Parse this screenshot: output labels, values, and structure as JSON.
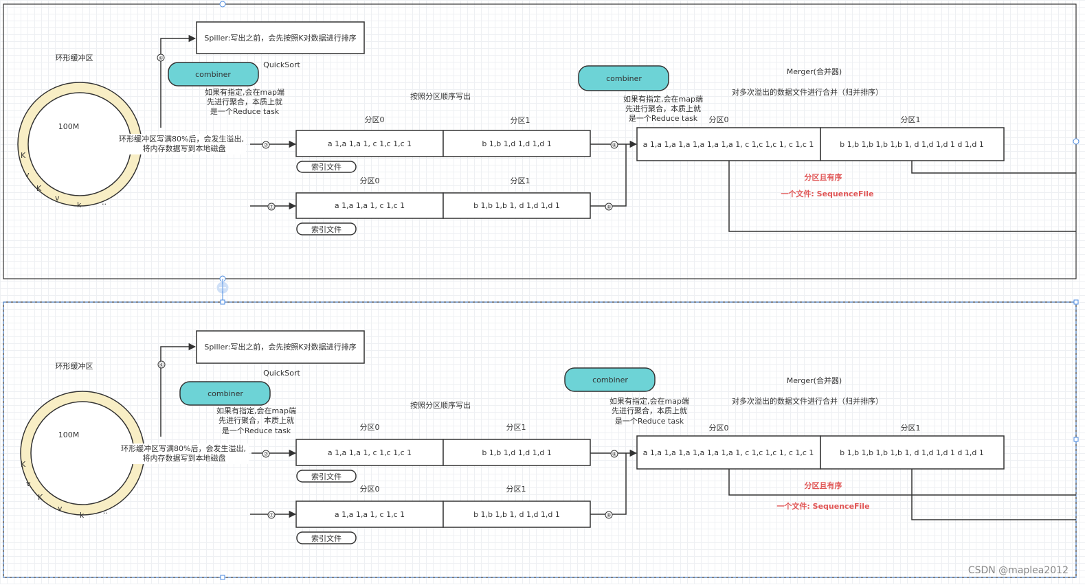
{
  "colors": {
    "combiner_fill": "#6dd3d6",
    "ring_fill": "#f8eec5",
    "highlight_red": "#e05555"
  },
  "diagram": {
    "ring_title": "环形缓冲区",
    "ring_size": "100M",
    "ring_letters": [
      "K",
      "v",
      "K",
      "v",
      "k",
      ".."
    ],
    "spill_note_1": "环形缓冲区写满80%后，会发生溢出,",
    "spill_note_2": "将内存数据写到本地磁盘",
    "spiller_label": "Spiller:写出之前，会先按照K对数据进行排序",
    "quicksort_label": "QuickSort",
    "combiner_label": "combiner",
    "combiner_note_1": "如果有指定,会在map端",
    "combiner_note_2": "先进行聚合，本质上就",
    "combiner_note_3": "是一个Reduce task",
    "write_order_label": "按照分区顺序写出",
    "partition0_label": "分区0",
    "partition1_label": "分区1",
    "spill1_partition0": "a 1,a 1,a 1, c 1,c 1,c 1",
    "spill1_partition1": "b 1,b 1,d 1,d 1,d 1",
    "spill2_partition0": "a 1,a 1,a 1, c 1,c 1",
    "spill2_partition1": "b 1,b 1,b 1, d 1,d 1,d 1",
    "index_file_label": "索引文件",
    "step6": "⑥",
    "step7": "⑦",
    "step8": "⑧",
    "merger_label": "Merger(合并器)",
    "merger_note": "对多次溢出的数据文件进行合并（归并排序）",
    "merged_partition0": "a 1,a 1,a 1,a 1,a 1,a 1,a 1, c 1,c 1,c 1, c 1,c 1",
    "merged_partition1": "b 1,b 1,b 1,b 1,b 1, d 1,d 1,d 1 d 1,d 1",
    "partition_sorted_label": "分区且有序",
    "one_file_label": "一个文件: SequenceFile"
  },
  "watermark": "CSDN @maplea2012"
}
